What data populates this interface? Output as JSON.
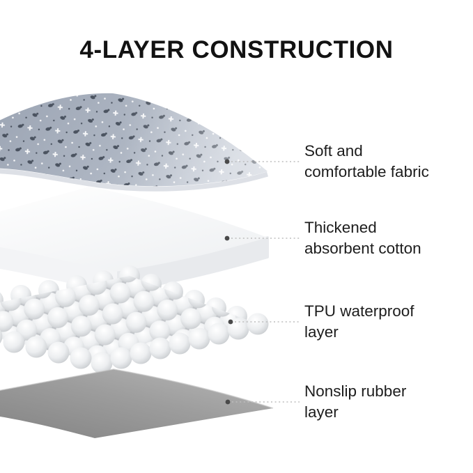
{
  "title": "4-LAYER CONSTRUCTION",
  "callouts": [
    {
      "line1": "Soft and",
      "line2": "comfortable fabric"
    },
    {
      "line1": "Thickened",
      "line2": "absorbent cotton"
    },
    {
      "line1": "TPU waterproof",
      "line2": "layer"
    },
    {
      "line1": "Nonslip rubber",
      "line2": "layer"
    }
  ],
  "layers": [
    {
      "name": "soft-fabric-sheet",
      "color": "#aab3c0"
    },
    {
      "name": "absorbent-cotton-slab",
      "color": "#f2f3f5"
    },
    {
      "name": "tpu-waterproof-bubbles",
      "color": "#d6d9dc"
    },
    {
      "name": "nonslip-rubber-sheet",
      "color": "#989898"
    }
  ],
  "styles": {
    "background": "#ffffff",
    "title_color": "#121212",
    "label_color": "#1d1d1d",
    "leader_line_color": "#bdbdbd",
    "dot_color": "#4a4a4a"
  }
}
